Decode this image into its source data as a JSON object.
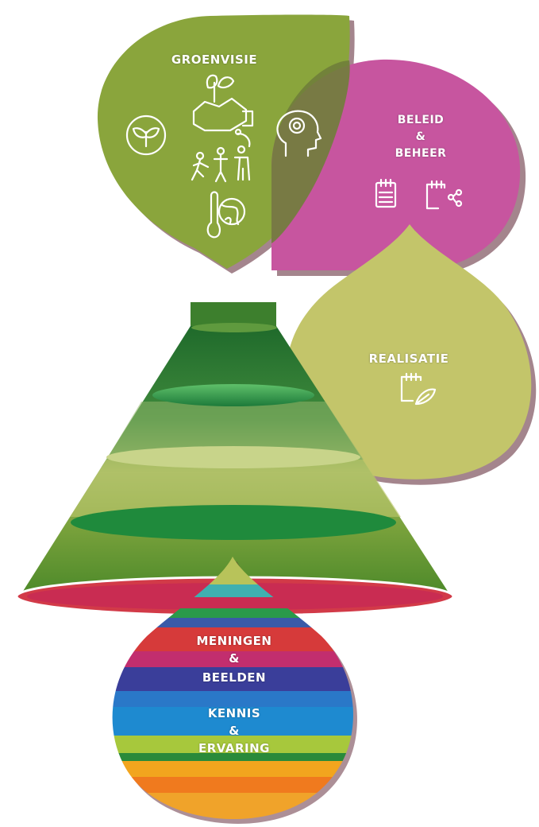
{
  "groenvisie": {
    "title": "GROENVISIE",
    "color": "#8aa53c"
  },
  "beleid": {
    "line1": "BELEID",
    "line2": "&",
    "line3": "BEHEER",
    "color": "#c7559f"
  },
  "realisatie": {
    "title": "REALISATIE",
    "color": "#c3c56a"
  },
  "base": {
    "line1": "MENINGEN",
    "line2": "&",
    "line3": "BEELDEN",
    "line4": "KENNIS",
    "line5": "&",
    "line6": "ERVARING"
  },
  "icons": [
    "plant-seedling-icon",
    "handshake-plant-icon",
    "head-flower-icon",
    "people-walking-icon",
    "thermometer-globe-icon",
    "document-icon",
    "document-share-icon",
    "document-leaf-icon"
  ]
}
